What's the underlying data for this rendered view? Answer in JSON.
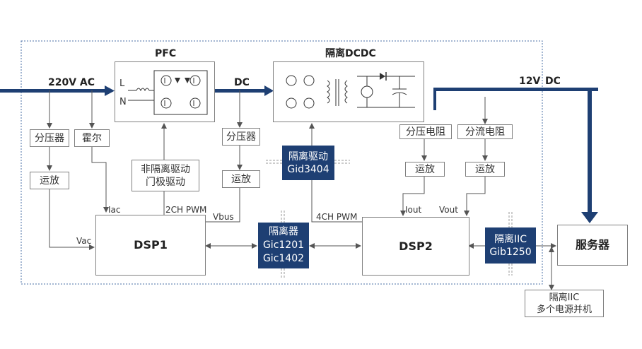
{
  "labels": {
    "pfc_title": "PFC",
    "dcdc_title": "隔离DCDC",
    "ac_input": "220V AC",
    "dc_bus": "DC",
    "dc_output_12v": "12V",
    "dc_output_dc": "DC",
    "pfc_l": "L",
    "pfc_n": "N",
    "iac": "Iac",
    "vac": "Vac",
    "vbus": "Vbus",
    "pwm_2ch": "2CH PWM",
    "pwm_4ch": "4CH PWM",
    "iout": "Iout",
    "vout": "Vout"
  },
  "blocks": {
    "divider1": "分压器",
    "hall": "霍尔",
    "opamp1": "运放",
    "nonisolated_driver_line1": "非隔离驱动",
    "nonisolated_driver_line2": "门极驱动",
    "divider2": "分压器",
    "opamp2": "运放",
    "isolated_driver_line1": "隔离驱动",
    "isolated_driver_line2": "Gid3404",
    "divider_resistor": "分压电阻",
    "shunt_resistor": "分流电阻",
    "opamp3": "运放",
    "opamp4": "运放",
    "dsp1": "DSP1",
    "dsp2": "DSP2",
    "isolator_line1": "隔离器",
    "isolator_line2": "Gic1201",
    "isolator_line3": "Gic1402",
    "iic_isolator_line1": "隔离IIC",
    "iic_isolator_line2": "Gib1250",
    "server": "服务器",
    "parallel_line1": "隔离IIC",
    "parallel_line2": "多个电源并机"
  },
  "colors": {
    "power_path": "#1e3f73",
    "signal_line": "#555555",
    "frame_dash": "#4a6fa5",
    "isolated_chip_fill": "#1e3f73"
  }
}
